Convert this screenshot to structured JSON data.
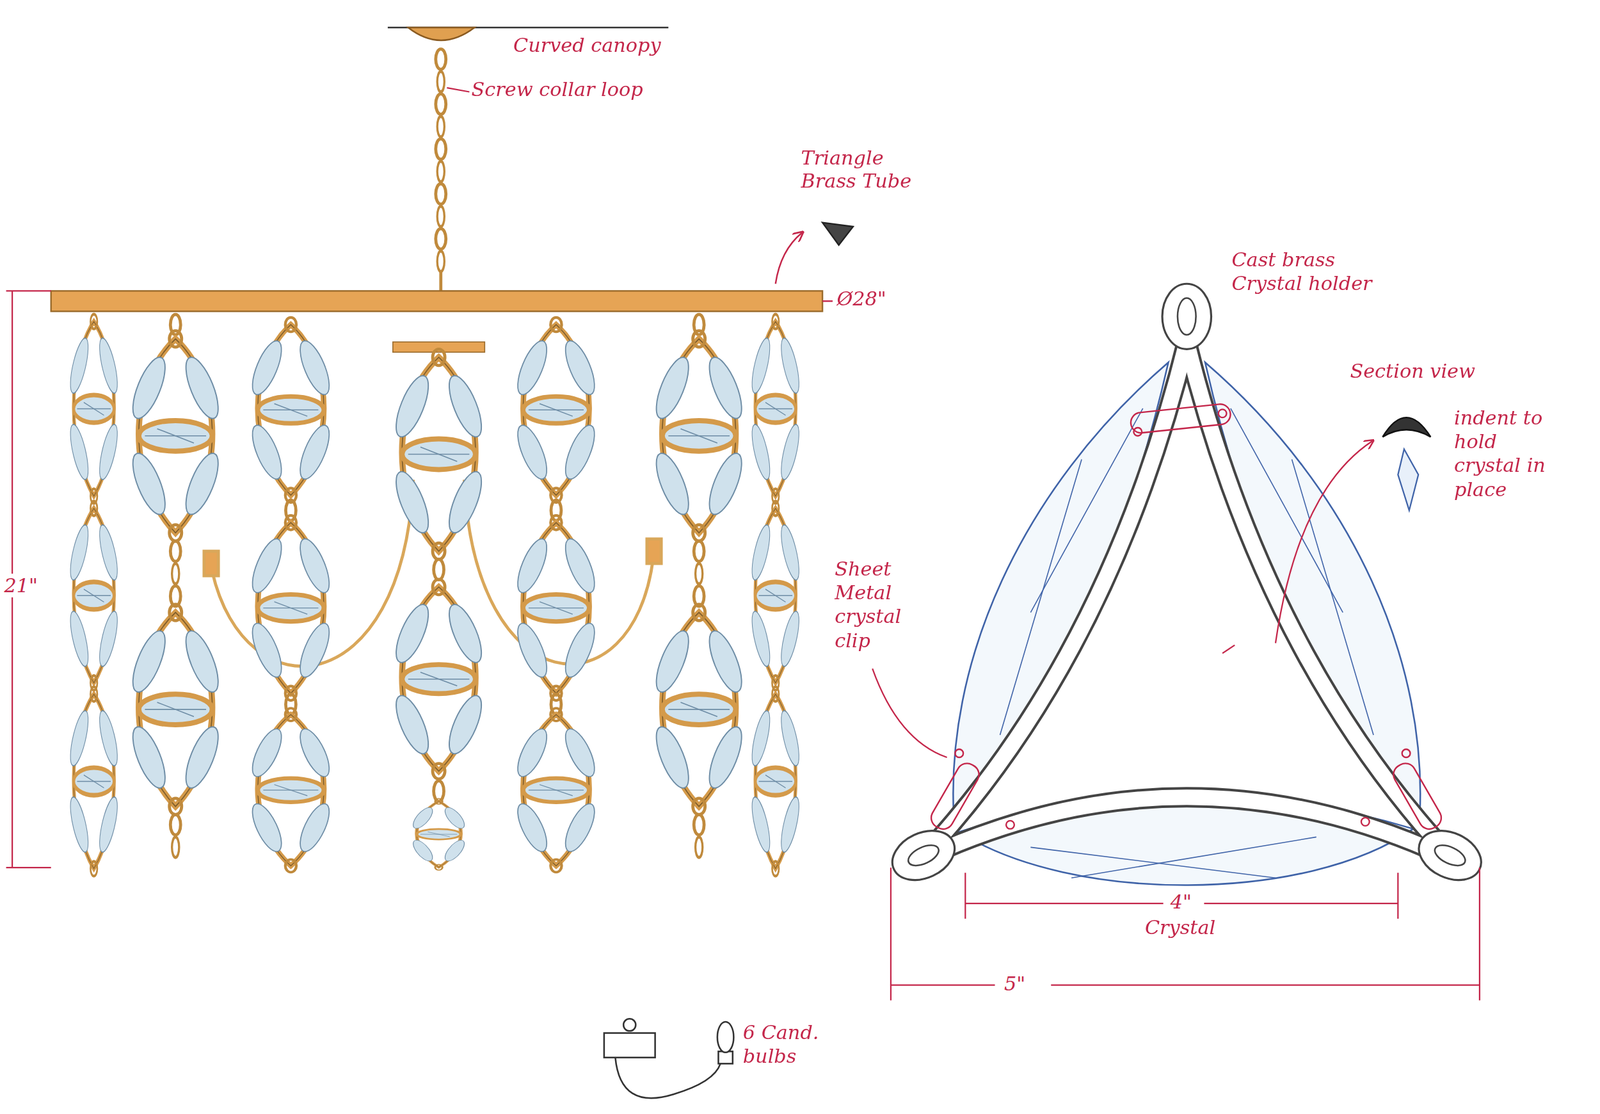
{
  "diagram": {
    "labels": [
      "Curved canopy",
      "Screw collar loop",
      "Triangle Brass Tube",
      "Ø28\"",
      "21\"",
      "Cast brass Crystal holder",
      "Section view",
      "indent to hold crystal in place",
      "Sheet Metal crystal clip",
      "4\"",
      "Crystal",
      "5\"",
      "6 Cand. bulbs"
    ]
  }
}
